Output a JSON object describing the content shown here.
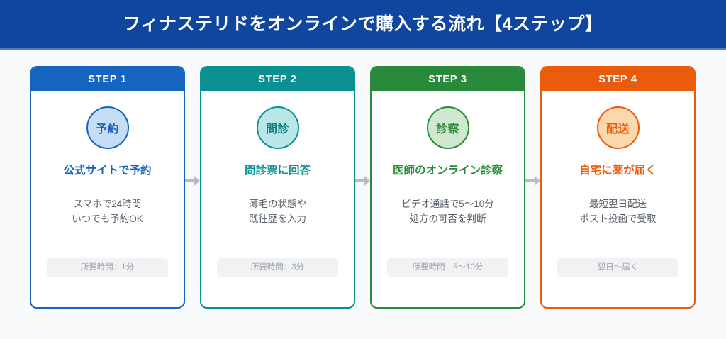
{
  "header": {
    "title": "フィナステリドをオンラインで購入する流れ【4ステップ】",
    "background_color": "#10469e",
    "text_color": "#ffffff"
  },
  "page": {
    "background_color": "#f8fafc"
  },
  "connector": {
    "icon": "arrow-right-icon",
    "color": "#b8bcc2"
  },
  "steps": [
    {
      "step_label": "STEP 1",
      "badge_text": "予約",
      "title": "公式サイトで予約",
      "description_line1": "スマホで24時間",
      "description_line2": "いつでも予約OK",
      "time_label": "所要時間：1分",
      "accent_color": "#1565c0",
      "badge_fill_color": "#c5ddf5"
    },
    {
      "step_label": "STEP 2",
      "badge_text": "問診",
      "title": "問診票に回答",
      "description_line1": "薄毛の状態や",
      "description_line2": "既往歴を入力",
      "time_label": "所要時間：3分",
      "accent_color": "#0a8f92",
      "badge_fill_color": "#b9e6e7"
    },
    {
      "step_label": "STEP 3",
      "badge_text": "診察",
      "title": "医師のオンライン診察",
      "description_line1": "ビデオ通話で5〜10分",
      "description_line2": "処方の可否を判断",
      "time_label": "所要時間：5〜10分",
      "accent_color": "#2a8a3c",
      "badge_fill_color": "#cfe8cf"
    },
    {
      "step_label": "STEP 4",
      "badge_text": "配送",
      "title": "自宅に薬が届く",
      "description_line1": "最短翌日配送",
      "description_line2": "ポスト投函で受取",
      "time_label": "翌日〜届く",
      "accent_color": "#ea5b0c",
      "badge_fill_color": "#fdd8ac"
    }
  ]
}
